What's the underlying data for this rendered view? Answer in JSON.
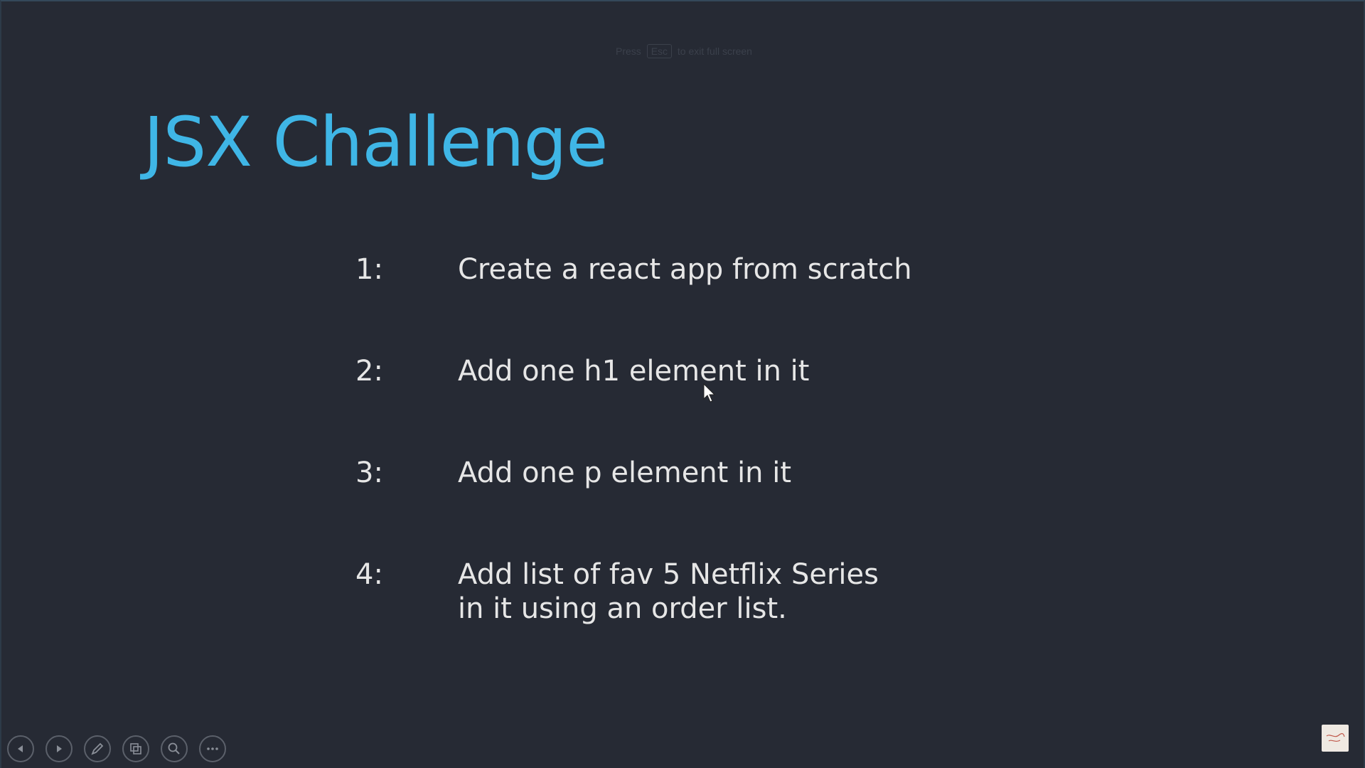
{
  "overlay": {
    "esc_hint_before": "Press",
    "esc_key": "Esc",
    "esc_hint_after": "to exit full screen"
  },
  "slide": {
    "title": "JSX Challenge",
    "items": [
      {
        "number": "1:",
        "text": "Create a react app from scratch"
      },
      {
        "number": "2:",
        "text": "Add one h1 element in it"
      },
      {
        "number": "3:",
        "text": "Add one p element in it"
      },
      {
        "number": "4:",
        "text": "Add list of fav 5 Netflix Series in it using an order list."
      }
    ]
  },
  "controls": [
    {
      "icon": "previous-slide-icon"
    },
    {
      "icon": "next-slide-icon"
    },
    {
      "icon": "pen-icon"
    },
    {
      "icon": "slides-grid-icon"
    },
    {
      "icon": "zoom-icon"
    },
    {
      "icon": "more-options-icon"
    }
  ],
  "colors": {
    "background": "#262a34",
    "title": "#3fb6e6",
    "body_text": "#e6e6e6",
    "control_outline": "#5b606a"
  }
}
